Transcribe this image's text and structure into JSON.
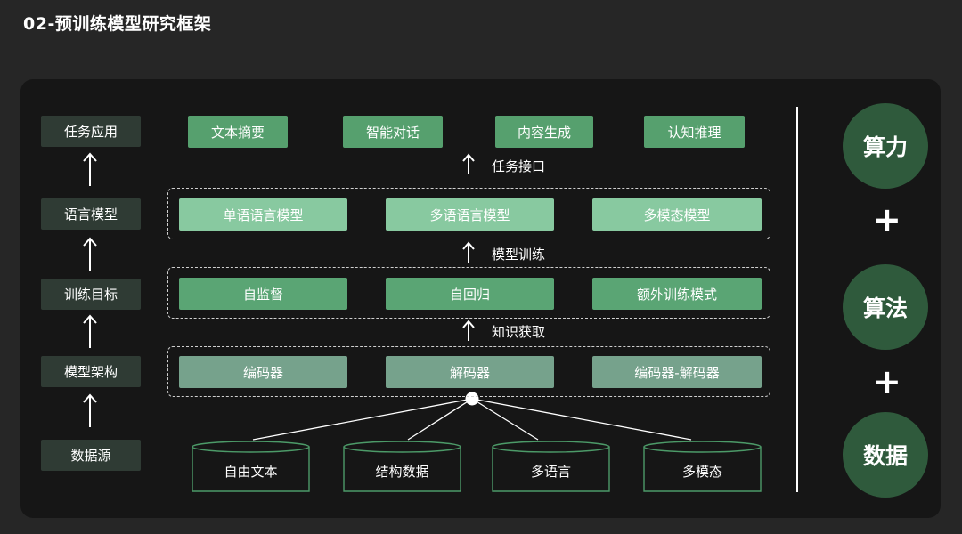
{
  "title": "02-预训练模型研究框架",
  "left_column": [
    "任务应用",
    "语言模型",
    "训练目标",
    "模型架构",
    "数据源"
  ],
  "applications": [
    "文本摘要",
    "智能对话",
    "内容生成",
    "认知推理"
  ],
  "flow_labels": {
    "task_interface": "任务接口",
    "model_training": "模型训练",
    "knowledge_acquisition": "知识获取"
  },
  "language_models": [
    "单语语言模型",
    "多语语言模型",
    "多模态模型"
  ],
  "training_objectives": [
    "自监督",
    "自回归",
    "额外训练模式"
  ],
  "architectures": [
    "编码器",
    "解码器",
    "编码器-解码器"
  ],
  "data_sources": [
    "自由文本",
    "结构数据",
    "多语言",
    "多模态"
  ],
  "pillars": [
    "算力",
    "算法",
    "数据"
  ],
  "plus_sign": "+",
  "colors": {
    "background": "#262626",
    "panel": "#161616",
    "left_box": "#2f3b34",
    "application_box": "#56a06e",
    "language_model_box": "#88c9a0",
    "objective_box": "#5aa574",
    "architecture_box": "#76a28c",
    "pillar_circle": "#2f5a3c",
    "database_outline": "#4c9a68"
  }
}
